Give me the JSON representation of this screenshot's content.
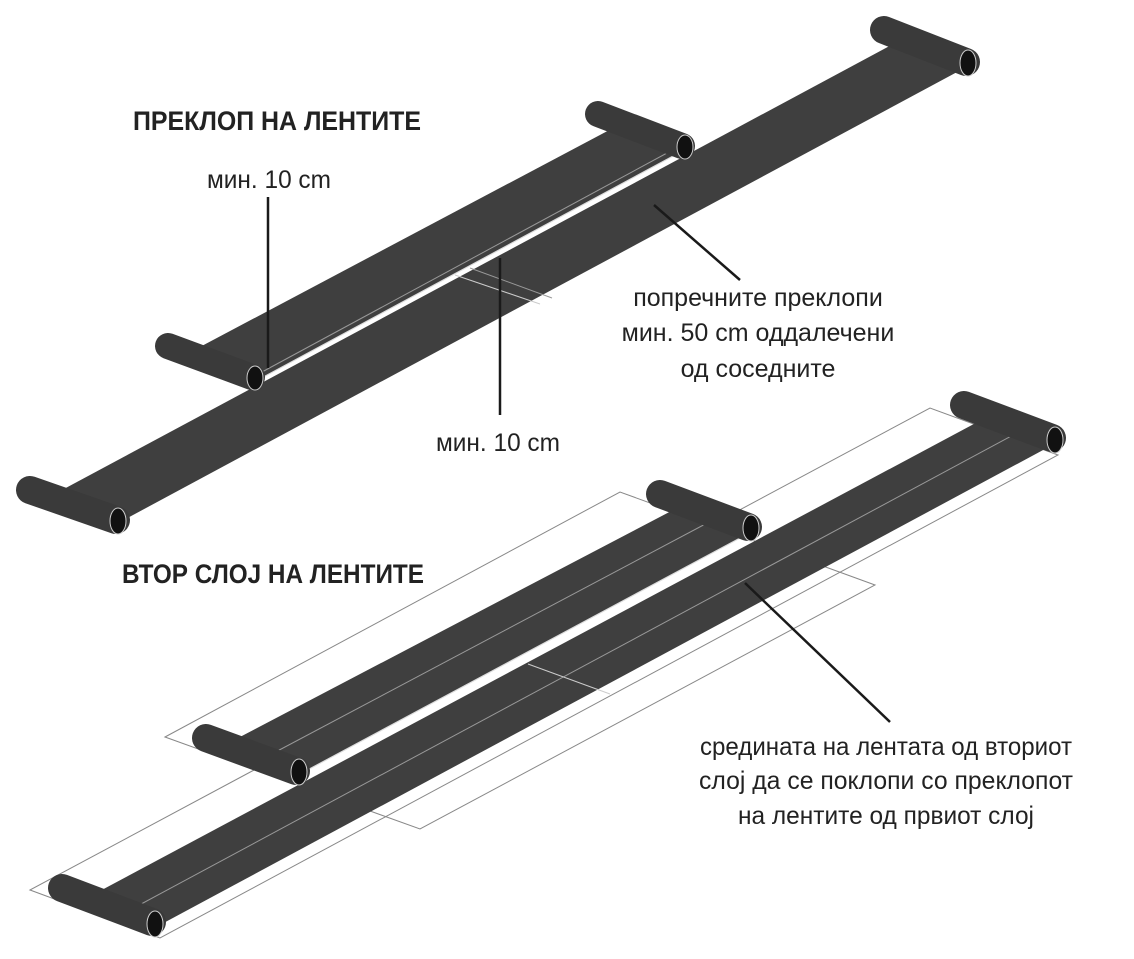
{
  "top_section": {
    "title": "ПРЕКЛОП НА ЛЕНТИТЕ",
    "label_side_overlap": "мин. 10 cm",
    "label_end_overlap": "мин. 10 cm",
    "note_lines": [
      "попречните преклопи",
      "мин. 50 cm оддалечени",
      "од соседните"
    ]
  },
  "bottom_section": {
    "title": "ВТОР СЛОЈ НА ЛЕНТИТЕ",
    "note_lines": [
      "средината на лентата од вториот",
      "слој да се поклопи со преклопот",
      "на лентите од првиот слој"
    ]
  },
  "colors": {
    "membrane": "#3f3f3f",
    "roll_end": "#111111",
    "outline": "#888888",
    "leader": "#1a1a1a"
  }
}
